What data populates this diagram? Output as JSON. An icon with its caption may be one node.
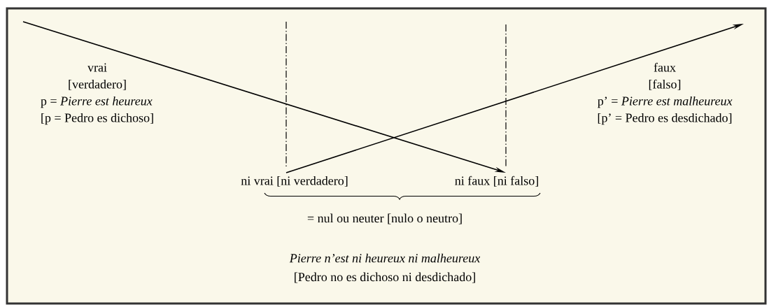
{
  "diagram": {
    "nodes": [
      {
        "text": [
          "vrai",
          "[verdadero]",
          "p = *Pierre est heureux*",
          "[p = Pedro es dichoso]"
        ]
      },
      {
        "text": [
          "faux",
          "[falso]",
          "p’ = *Pierre est malheureux*",
          "[p’ = Pedro es desdichado]"
        ]
      },
      {
        "text": [
          "ni vrai [ni verdadero]"
        ]
      },
      {
        "text": [
          "ni faux [ni falso]"
        ]
      }
    ],
    "edges": [
      {
        "from": null,
        "to": 3,
        "arrow": "to"
      },
      {
        "from": 2,
        "to": null,
        "arrow": "to"
      }
    ],
    "labels": [
      "= nul ou neuter [nulo o neutro]",
      "Pierre n’est ni heureux ni malheureux",
      "[Pedro no es dichoso ni desdichado]"
    ]
  }
}
